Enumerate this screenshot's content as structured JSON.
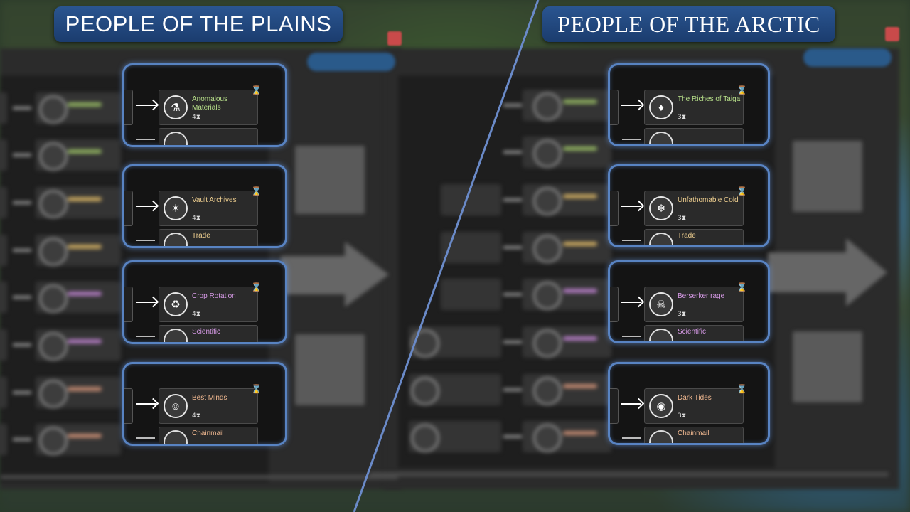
{
  "titles": {
    "left": "PEOPLE OF THE PLAINS",
    "right": "PEOPLE OF THE ARCTIC"
  },
  "colors": {
    "title_bg": "#1f4578",
    "highlight_border": "#6496e1",
    "name_green": "#b8e08a",
    "name_gold": "#f0d090",
    "name_purple": "#d89be8",
    "name_salmon": "#f0b890"
  },
  "left_highlights": [
    {
      "name": "Anomalous Materials",
      "cost": "4",
      "icon": "flask-icon",
      "color": "#b8e08a",
      "peek": ""
    },
    {
      "name": "Vault Archives",
      "cost": "4",
      "icon": "lightbulb-book-icon",
      "color": "#f0d090",
      "peek": "Trade"
    },
    {
      "name": "Crop Rotation",
      "cost": "4",
      "icon": "crop-cycle-icon",
      "color": "#d89be8",
      "peek": "Scientific"
    },
    {
      "name": "Best Minds",
      "cost": "4",
      "icon": "head-brain-icon",
      "color": "#f0b890",
      "peek": "Chainmail"
    }
  ],
  "right_highlights": [
    {
      "name": "The Riches of Taiga",
      "cost": "3",
      "icon": "gem-tree-icon",
      "color": "#b8e08a",
      "peek": ""
    },
    {
      "name": "Unfathomable Cold",
      "cost": "3",
      "icon": "snowflake-icon",
      "color": "#f0d090",
      "peek": "Trade"
    },
    {
      "name": "Berserker rage",
      "cost": "3",
      "icon": "berserker-face-icon",
      "color": "#d89be8",
      "peek": "Scientific"
    },
    {
      "name": "Dark Tides",
      "cost": "3",
      "icon": "wave-eye-icon",
      "color": "#f0b890",
      "peek": "Chainmail"
    }
  ],
  "hourglass": "⌛",
  "cost_suffix": "⧗"
}
